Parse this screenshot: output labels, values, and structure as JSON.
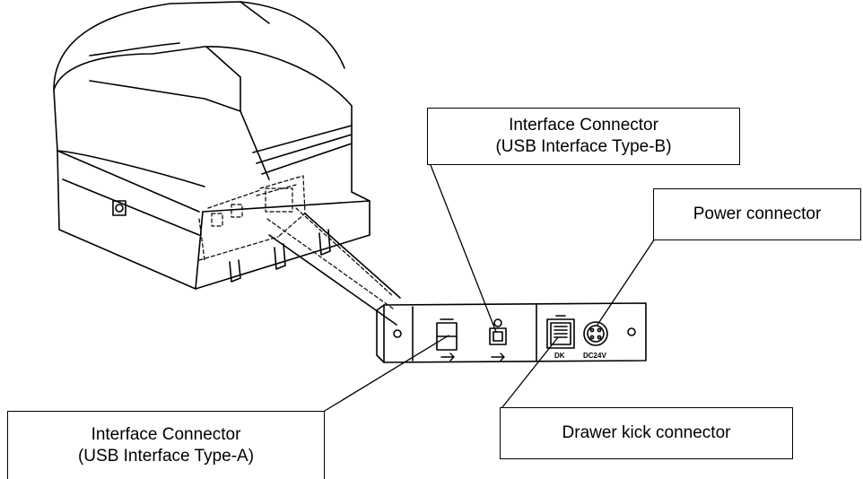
{
  "callouts": {
    "usb_type_b": {
      "line1": "Interface Connector",
      "line2": "(USB Interface Type-B)"
    },
    "power": {
      "label": "Power connector"
    },
    "usb_type_a": {
      "line1": "Interface Connector",
      "line2": "(USB Interface Type-A)"
    },
    "drawer_kick": {
      "label": "Drawer kick connector"
    }
  },
  "panel_labels": {
    "dk": "DK",
    "dc24v": "DC24V"
  },
  "icons": {
    "usb_a_symbol": "usb-icon",
    "usb_b_symbol": "usb-icon"
  }
}
